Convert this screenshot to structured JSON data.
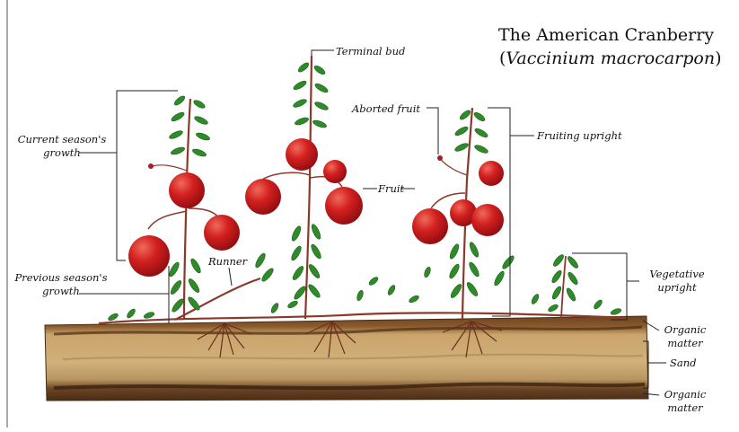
{
  "title": {
    "line1": "The American Cranberry",
    "line2_open": "(",
    "line2_latin": "Vaccinium macrocarpon",
    "line2_close": ")"
  },
  "labels": {
    "terminal_bud": "Terminal bud",
    "current_growth_1": "Current season's",
    "current_growth_2": "growth",
    "aborted_fruit": "Aborted fruit",
    "fruiting_upright": "Fruiting upright",
    "fruit": "Fruit",
    "previous_growth_1": "Previous season's",
    "previous_growth_2": "growth",
    "runner": "Runner",
    "vegetative_1": "Vegetative",
    "vegetative_2": "upright",
    "organic_top_1": "Organic",
    "organic_top_2": "matter",
    "sand": "Sand",
    "organic_bottom_1": "Organic",
    "organic_bottom_2": "matter"
  },
  "colors": {
    "berry": "#c8171c",
    "leaf": "#2f8a2a",
    "stem": "#8a3a2a",
    "sand": "#c9a36a",
    "organic": "#5a3a1c"
  }
}
